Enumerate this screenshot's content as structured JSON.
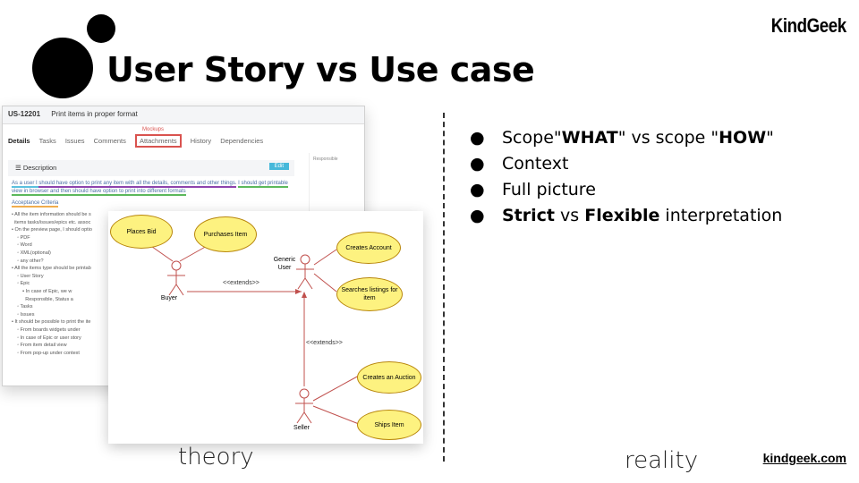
{
  "slide": {
    "title": "User Story vs Use case",
    "brand": "KindGeek",
    "brand_url": "kindgeek.com",
    "caption_left": "theory",
    "caption_right": "reality"
  },
  "bullets": [
    {
      "parts": [
        {
          "t": "Scope\"",
          "b": false
        },
        {
          "t": "WHAT",
          "b": true
        },
        {
          "t": "\" vs scope \"",
          "b": false
        },
        {
          "t": "HOW",
          "b": true
        },
        {
          "t": "\"",
          "b": false
        }
      ]
    },
    {
      "parts": [
        {
          "t": "Context",
          "b": false
        }
      ]
    },
    {
      "parts": [
        {
          "t": "Full picture",
          "b": false
        }
      ]
    },
    {
      "parts": [
        {
          "t": "Strict",
          "b": true
        },
        {
          "t": " vs ",
          "b": false
        },
        {
          "t": "Flexible",
          "b": true
        },
        {
          "t": " interpretation",
          "b": false
        }
      ]
    }
  ],
  "bullet_glyph": "●",
  "user_story_card": {
    "key": "US-12201",
    "summary": "Print items in proper format",
    "mockups_label": "Mockups",
    "tabs": [
      "Details",
      "Tasks",
      "Issues",
      "Comments",
      "Attachments",
      "History",
      "Dependencies"
    ],
    "description_label": "Description",
    "edit_label": "Edit",
    "story_parts": [
      {
        "t": "As a user I ",
        "u": "a"
      },
      {
        "t": "should have option to print any item with all the details, comments and other things.",
        "u": "b"
      },
      {
        "t": " ",
        "u": ""
      },
      {
        "t": "I should get printable view in browser and then should have option to print into different formats",
        "u": "c"
      }
    ],
    "acceptance_label": "Acceptance Criteria",
    "criteria": [
      "• All the item information should be s",
      "  items tasks/issues/epics etc. assoc",
      "• On the preview page, I should optio",
      "    ◦ PDF",
      "    ◦ Word",
      "    ◦ XML(optional)",
      "    ◦ any other?",
      "• All the items type should be printab",
      "    ◦ User Story",
      "    ◦ Epic",
      "        ▪ In case of Epic, we w",
      "          Responsible, Status a",
      "    ◦ Tasks",
      "    ◦ Issues",
      "• It should be possible to print the ite",
      "    ◦ From boards widgets under",
      "    ◦ In case of Epic or user story",
      "    ◦ From item detail view",
      "    ◦ From pop-up under context"
    ],
    "side_label": "Responsible"
  },
  "use_case_diagram": {
    "use_cases": {
      "places_bid": "Places Bid",
      "purchases_item": "Purchases Item",
      "creates_account": "Creates Account",
      "searches_listings": "Searches listings for item",
      "creates_auction": "Creates an Auction",
      "ships_item": "Ships Item"
    },
    "actors": {
      "buyer": "Buyer",
      "generic_user": "Generic User",
      "seller": "Seller"
    },
    "extends_label": "<<extends>>"
  }
}
